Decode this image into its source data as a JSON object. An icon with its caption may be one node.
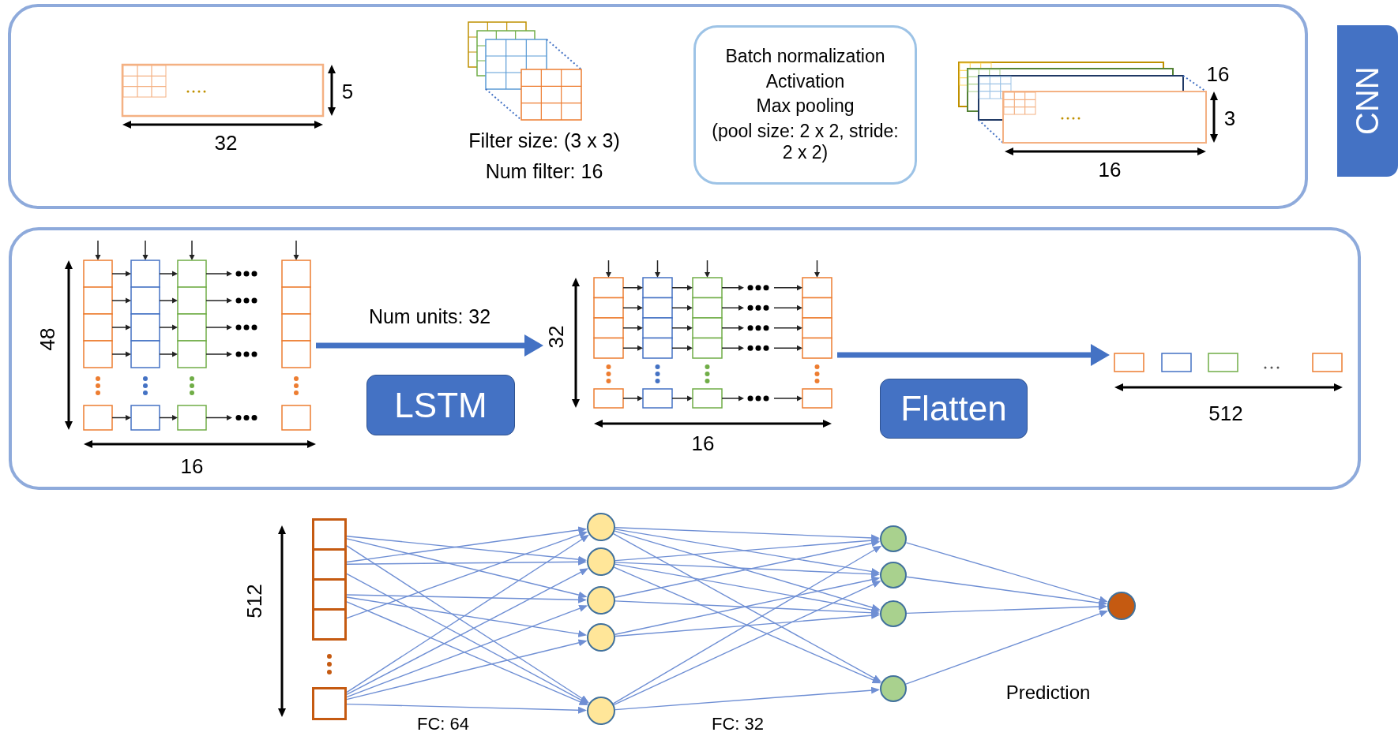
{
  "diagram": {
    "nodes": [
      {
        "text": [],
        "shape": "box"
      },
      {
        "text": [
          "Batch normalization",
          "Activation",
          "Max pooling",
          "(pool size: 2 x 2, stride: 2 x 2)"
        ],
        "in": 0
      },
      {
        "text": [
          "CNN"
        ]
      },
      {
        "text": [],
        "shape": "box"
      },
      {
        "text": [],
        "shape": "picture",
        "in": 3
      },
      {
        "text": [],
        "shape": "picture",
        "in": 3
      },
      {
        "text": [],
        "shape": "picture",
        "in": 3
      },
      {
        "text": [
          "LSTM"
        ],
        "in": 3
      },
      {
        "text": [
          "Flatten"
        ],
        "in": 3
      },
      {
        "text": [],
        "shape": "box"
      },
      {
        "text": [],
        "shape": "box"
      },
      {
        "text": [],
        "shape": "box"
      },
      {
        "text": [],
        "shape": "box"
      },
      {
        "text": [],
        "shape": "box"
      },
      {
        "text": [],
        "shape": "circle"
      },
      {
        "text": [],
        "shape": "circle"
      },
      {
        "text": [],
        "shape": "circle"
      },
      {
        "text": [],
        "shape": "circle"
      },
      {
        "text": [],
        "shape": "circle"
      },
      {
        "text": [],
        "shape": "circle"
      },
      {
        "text": [],
        "shape": "circle"
      },
      {
        "text": [],
        "shape": "circle"
      },
      {
        "text": [],
        "shape": "circle"
      },
      {
        "text": [],
        "shape": "circle",
        "beside": [
          "Prediction"
        ]
      }
    ],
    "edges": [
      {
        "from": 4,
        "to": 5,
        "arrow": "to",
        "label": "Num units: 32",
        "style": "thick",
        "color": "#4472c4"
      },
      {
        "from": 5,
        "to": 6,
        "arrow": "to",
        "style": "thick",
        "color": "#4472c4"
      },
      {
        "from": 9,
        "to": 15,
        "arrow": "to"
      },
      {
        "from": 9,
        "to": 16,
        "arrow": "to"
      },
      {
        "from": 9,
        "to": 18,
        "arrow": "to"
      },
      {
        "from": 10,
        "to": 14,
        "arrow": "to"
      },
      {
        "from": 10,
        "to": 15,
        "arrow": "to"
      },
      {
        "from": 10,
        "to": 18,
        "arrow": "to"
      },
      {
        "from": 11,
        "to": 16,
        "arrow": "to"
      },
      {
        "from": 11,
        "to": 17,
        "arrow": "to"
      },
      {
        "from": 11,
        "to": 18,
        "arrow": "to"
      },
      {
        "from": 12,
        "to": 14,
        "arrow": "to"
      },
      {
        "from": 13,
        "to": 14,
        "arrow": "to"
      },
      {
        "from": 13,
        "to": 15,
        "arrow": "to"
      },
      {
        "from": 13,
        "to": 16,
        "arrow": "to"
      },
      {
        "from": 13,
        "to": 17,
        "arrow": "to"
      },
      {
        "from": 13,
        "to": 18,
        "arrow": "to"
      },
      {
        "from": 14,
        "to": 19,
        "arrow": "to"
      },
      {
        "from": 14,
        "to": 20,
        "arrow": "to"
      },
      {
        "from": 14,
        "to": 21,
        "arrow": "to"
      },
      {
        "from": 14,
        "to": 22,
        "arrow": "to"
      },
      {
        "from": 15,
        "to": 19,
        "arrow": "to"
      },
      {
        "from": 15,
        "to": 20,
        "arrow": "to"
      },
      {
        "from": 15,
        "to": 21,
        "arrow": "to"
      },
      {
        "from": 15,
        "to": 22,
        "arrow": "to"
      },
      {
        "from": 16,
        "to": 19,
        "arrow": "to"
      },
      {
        "from": 16,
        "to": 21,
        "arrow": "to"
      },
      {
        "from": 17,
        "to": 20,
        "arrow": "to"
      },
      {
        "from": 17,
        "to": 21,
        "arrow": "to"
      },
      {
        "from": 18,
        "to": 19,
        "arrow": "to"
      },
      {
        "from": 18,
        "to": 20,
        "arrow": "to"
      },
      {
        "from": 18,
        "to": 22,
        "arrow": "to"
      },
      {
        "from": 19,
        "to": 23,
        "arrow": "to"
      },
      {
        "from": 20,
        "to": 23,
        "arrow": "to"
      },
      {
        "from": 21,
        "to": 23,
        "arrow": "to"
      },
      {
        "from": 22,
        "to": 23,
        "arrow": "to"
      }
    ],
    "labels": [
      "32",
      "5",
      "Filter size: (3 x 3)",
      "Num filter: 16",
      "16",
      "3",
      "16",
      "48",
      "16",
      "32",
      "16",
      "512",
      "512",
      "FC: 64",
      "FC: 32"
    ]
  }
}
